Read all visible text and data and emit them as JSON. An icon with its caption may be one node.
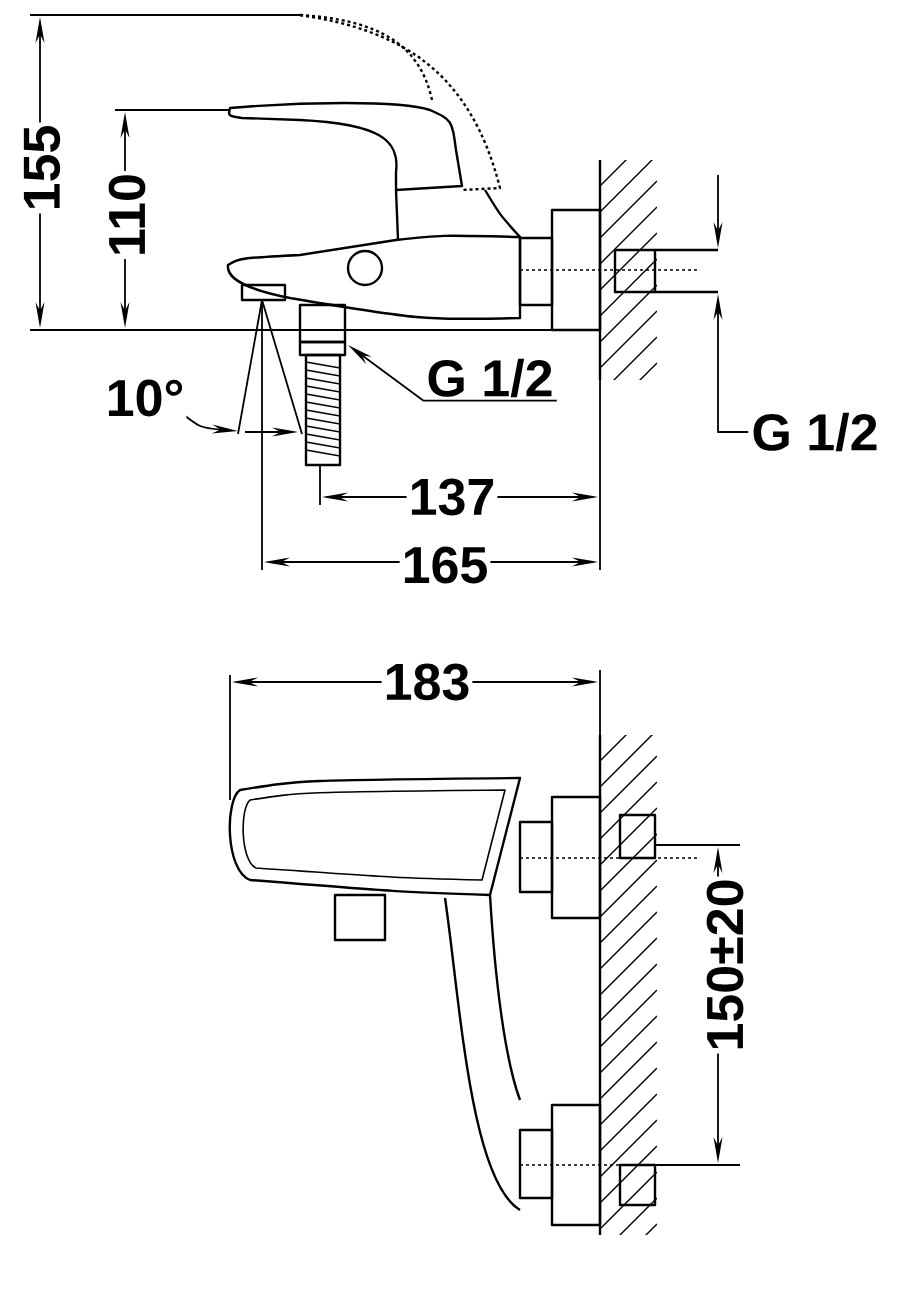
{
  "diagram": {
    "nodes": [
      {
        "text": [
          "G 1/2"
        ]
      },
      {
        "text": [
          "G 1/2"
        ]
      }
    ],
    "edges": [
      {
        "from": 0,
        "to": null,
        "arrow": "to"
      },
      {
        "from": 1,
        "to": null,
        "arrow": "to"
      }
    ],
    "labels": [
      "155",
      "110",
      "10°",
      "137",
      "165",
      "183",
      "150±20"
    ]
  }
}
